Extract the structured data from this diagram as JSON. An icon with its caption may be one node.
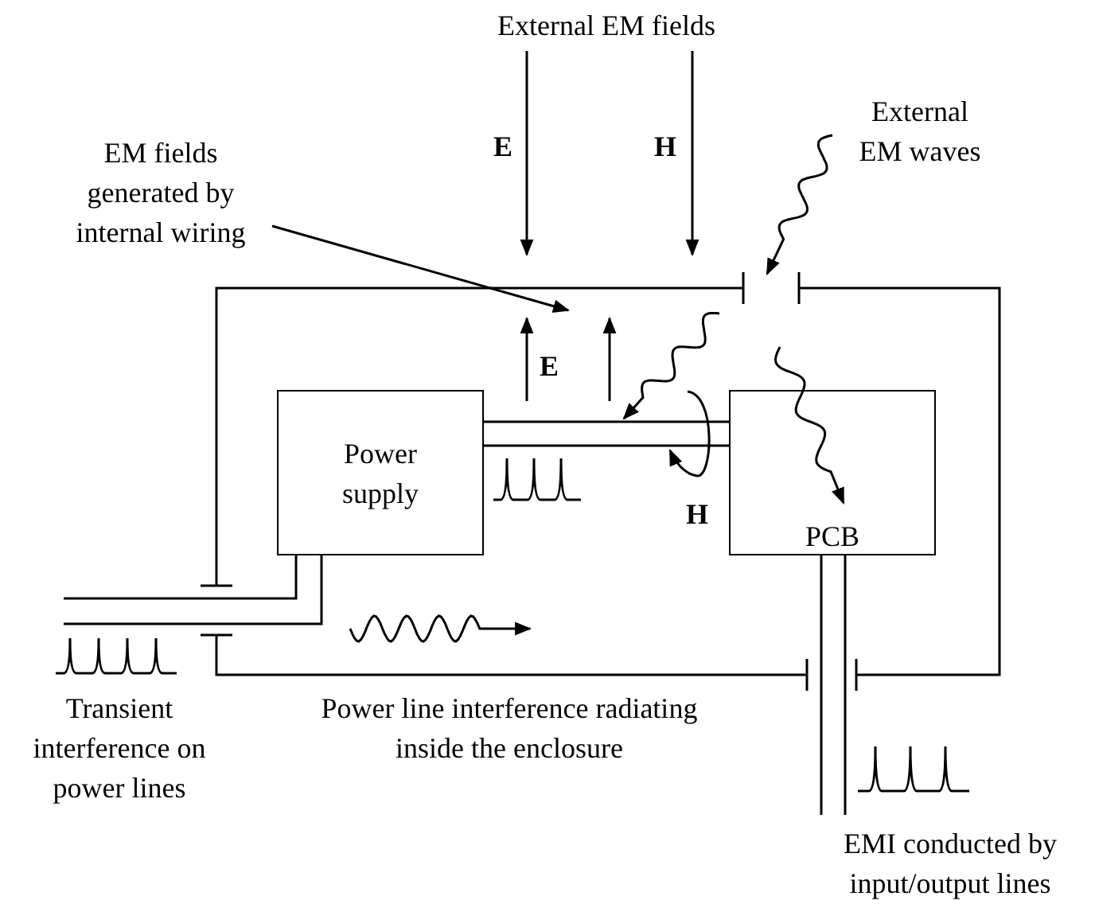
{
  "diagram": {
    "nodes": [
      {
        "text": [
          "Power supply"
        ]
      },
      {
        "text": [
          "PCB"
        ]
      },
      {
        "text": [
          "EM fields generated by internal wiring"
        ]
      }
    ],
    "edges": [
      {
        "from": 2,
        "to": null,
        "arrow": "to"
      },
      {
        "from": 0,
        "to": 1,
        "arrow": "none"
      }
    ],
    "labels": [
      "External EM fields",
      "E",
      "H",
      "External EM waves",
      "E",
      "H",
      "Transient interference on power lines",
      "Power line interference radiating inside the enclosure",
      "EMI conducted by input/output lines"
    ]
  }
}
